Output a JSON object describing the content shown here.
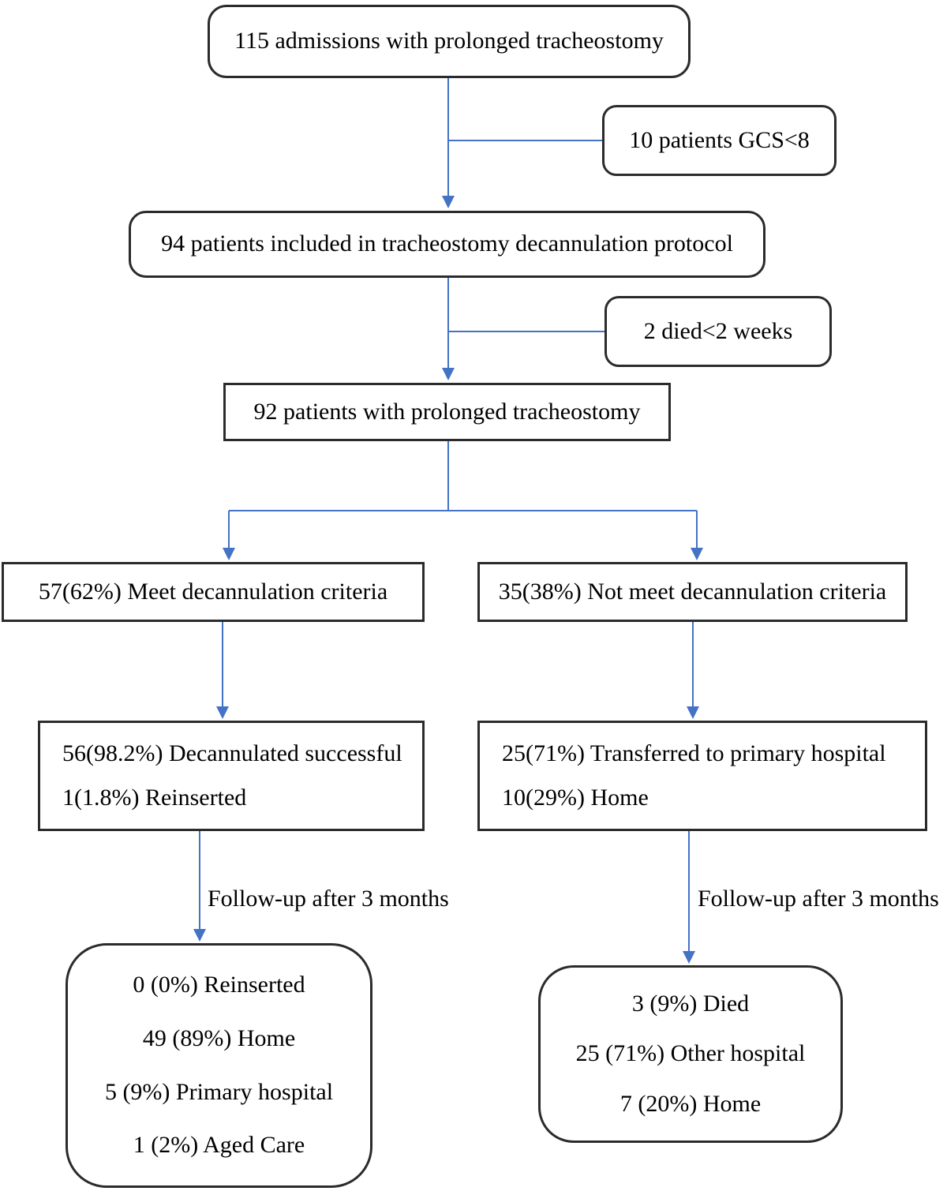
{
  "diagram_title": "Tracheostomy decannulation flow diagram",
  "colors": {
    "arrow": "#4472C4",
    "box_border": "#2b2b2b",
    "text": "#000000",
    "background": "#ffffff"
  },
  "nodes": {
    "admissions": {
      "text": "115 admissions with prolonged tracheostomy"
    },
    "gcs_exclusion": {
      "text": "10 patients GCS<8"
    },
    "protocol": {
      "text": "94 patients included in tracheostomy decannulation protocol"
    },
    "died_exclusion": {
      "text": "2 died<2 weeks"
    },
    "prolonged": {
      "text": "92 patients with prolonged tracheostomy"
    },
    "meet_criteria": {
      "text": "57(62%) Meet decannulation criteria"
    },
    "not_meet_criteria": {
      "text": "35(38%) Not meet decannulation criteria"
    },
    "decannulated": {
      "lines": [
        "56(98.2%) Decannulated successful",
        "1(1.8%) Reinserted"
      ]
    },
    "transferred": {
      "lines": [
        "25(71%) Transferred to primary hospital",
        "10(29%) Home"
      ]
    },
    "followup_left": {
      "lines": [
        "0 (0%) Reinserted",
        "49 (89%) Home",
        "5 (9%) Primary hospital",
        "1 (2%) Aged Care"
      ]
    },
    "followup_right": {
      "lines": [
        "3 (9%) Died",
        "25 (71%) Other hospital",
        "7 (20%) Home"
      ]
    }
  },
  "labels": {
    "followup_left": "Follow-up after 3 months",
    "followup_right": "Follow-up after 3 months"
  }
}
